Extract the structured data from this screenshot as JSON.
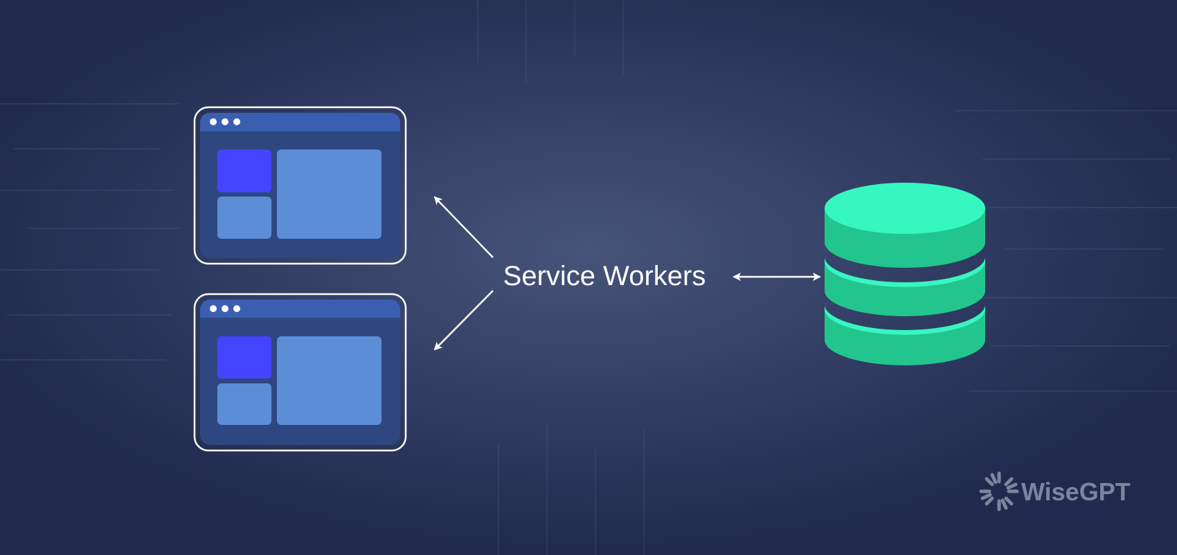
{
  "diagram": {
    "center_label": "Service Workers",
    "nodes": [
      {
        "kind": "browser-window",
        "id": "browser-window-top"
      },
      {
        "kind": "browser-window",
        "id": "browser-window-bottom"
      },
      {
        "kind": "database",
        "id": "database"
      }
    ],
    "edges": [
      {
        "from": "service-workers",
        "to": "browser-window-top",
        "direction": "to-target"
      },
      {
        "from": "service-workers",
        "to": "browser-window-bottom",
        "direction": "to-target"
      },
      {
        "from": "service-workers",
        "to": "database",
        "direction": "bidirectional"
      }
    ]
  },
  "watermark": {
    "brand": "WiseGPT",
    "icon": "wisegpt-logo-icon"
  },
  "colors": {
    "background_dark": "#1f2b4f",
    "background_glow": "#445174",
    "window_frame": "#2f4780",
    "window_titlebar": "#3a5fb0",
    "window_accent": "#4444ff",
    "window_panel": "#5b8ed6",
    "outline": "#ffffff",
    "db_light": "#36f7c0",
    "db_dark": "#22c58d",
    "text": "#ffffff",
    "watermark": "#8f97b0"
  }
}
